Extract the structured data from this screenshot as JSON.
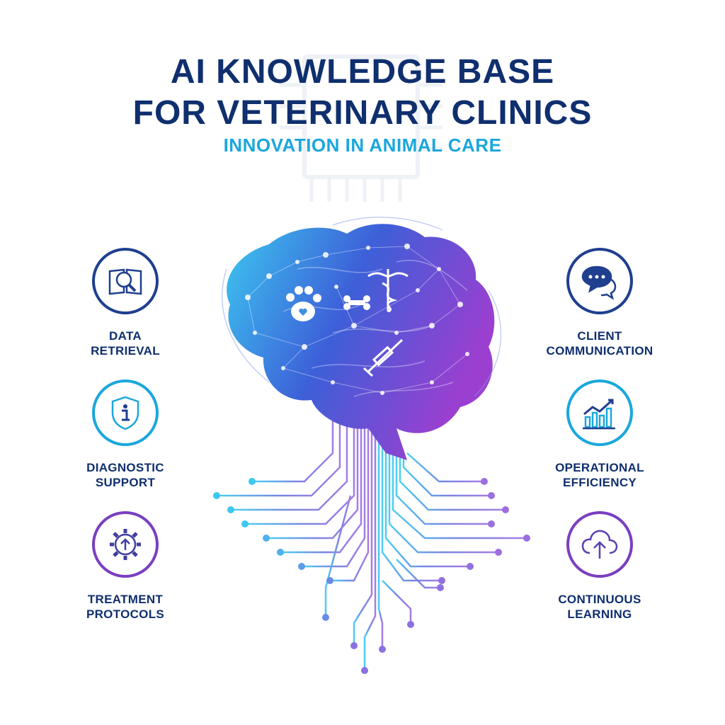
{
  "header": {
    "title_line1": "AI KNOWLEDGE BASE",
    "title_line2": "FOR VETERINARY CLINICS",
    "subtitle": "INNOVATION IN ANIMAL CARE"
  },
  "colors": {
    "navy": "#0f2f6e",
    "cyan": "#1aa7dc",
    "purple": "#8b3fc0",
    "brain_start": "#3cc8f0",
    "brain_mid": "#3d5fd8",
    "brain_end": "#9b3fd0"
  },
  "features_left": [
    {
      "line1": "DATA",
      "line2": "RETRIEVAL",
      "icon": "book-search-icon",
      "color": "#1f3f8f"
    },
    {
      "line1": "DIAGNOSTIC",
      "line2": "SUPPORT",
      "icon": "shield-info-icon",
      "color": "#1aa7dc"
    },
    {
      "line1": "TREATMENT",
      "line2": "PROTOCOLS",
      "icon": "gear-arrow-icon",
      "color": "#7a3fc0"
    }
  ],
  "features_right": [
    {
      "line1": "CLIENT",
      "line2": "COMMUNICATION",
      "icon": "chat-bubbles-icon",
      "color": "#1f3f8f"
    },
    {
      "line1": "OPERATIONAL",
      "line2": "EFFICIENCY",
      "icon": "growth-chart-icon",
      "color": "#1aa7dc"
    },
    {
      "line1": "CONTINUOUS",
      "line2": "LEARNING",
      "icon": "cloud-upload-icon",
      "color": "#7a3fc0"
    }
  ],
  "brain_icons": [
    "paw-icon",
    "bone-icon",
    "caduceus-icon",
    "syringe-icon"
  ]
}
